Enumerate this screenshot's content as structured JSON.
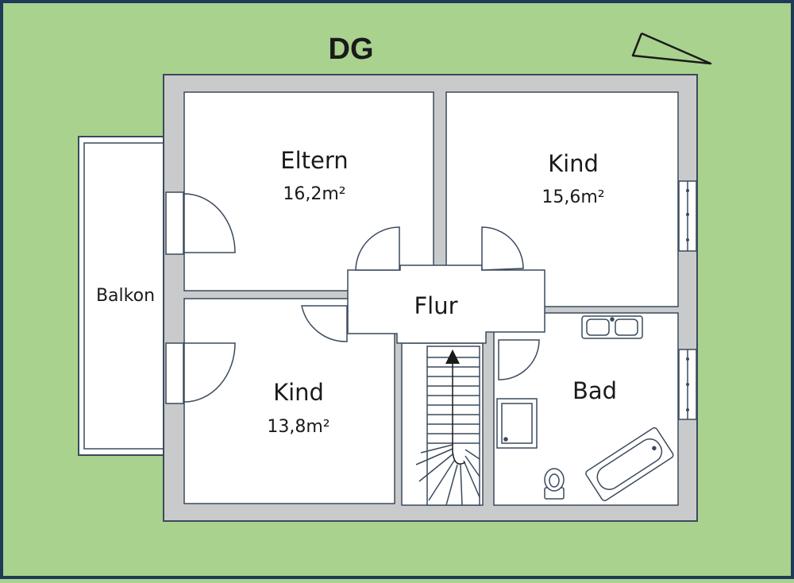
{
  "floor_label": "DG",
  "rooms": {
    "eltern": {
      "name": "Eltern",
      "area": "16,2m²"
    },
    "kind_top": {
      "name": "Kind",
      "area": "15,6m²"
    },
    "kind_bottom": {
      "name": "Kind",
      "area": "13,8m²"
    },
    "flur": {
      "name": "Flur"
    },
    "bad": {
      "name": "Bad"
    },
    "balkon": {
      "name": "Balkon"
    }
  },
  "colors": {
    "background": "#a9d28e",
    "frame": "#1d3a57",
    "wall": "#c9cacc",
    "wall_stroke": "#3a4a5c",
    "floor": "#ffffff"
  },
  "icons": [
    "north-arrow-icon",
    "stair-arrow-icon",
    "sink-icon",
    "shower-icon",
    "bathtub-icon",
    "toilet-icon"
  ]
}
